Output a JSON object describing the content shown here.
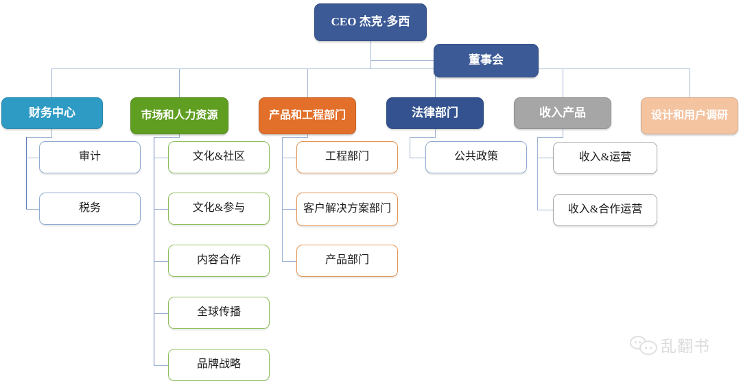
{
  "chart_title": "",
  "colors": {
    "ceo": "#3C5A96",
    "board": "#3C5A96",
    "finance": "#2E9BC4",
    "marketing_hr": "#5F9E20",
    "product_eng": "#E2702B",
    "legal": "#33528F",
    "revenue": "#A6A6A6",
    "design": "#F4C3A0",
    "connector": "#9DB3D4",
    "connector_dark": "#5B7BB4",
    "leaf_border_blue": "#8EA9D0",
    "leaf_border_green": "#8DBF5C",
    "leaf_border_orange": "#E59451",
    "leaf_border_gray": "#ABABAB",
    "leaf_text": "#1A1A1A",
    "filled_text": "#FFFFFF"
  },
  "root": {
    "ceo": "CEO 杰克·多西",
    "board": "董事会"
  },
  "departments": [
    {
      "id": "finance",
      "label": "财务中心",
      "children": [
        "审计",
        "税务"
      ]
    },
    {
      "id": "marketing-hr",
      "label": "市场和人力资源",
      "children": [
        "文化&社区",
        "文化&参与",
        "内容合作",
        "全球传播",
        "品牌战略"
      ]
    },
    {
      "id": "product-engineering",
      "label": "产品和工程部门",
      "children": [
        "工程部门",
        "客户解决方案部门",
        "产品部门"
      ]
    },
    {
      "id": "legal",
      "label": "法律部门",
      "children": [
        "公共政策"
      ]
    },
    {
      "id": "revenue",
      "label": "收入产品",
      "children": [
        "收入&运营",
        "收入&合作运营"
      ]
    },
    {
      "id": "design-user-research",
      "label": "设计和用户调研",
      "children": []
    }
  ],
  "watermark": {
    "text": "乱翻书",
    "icon": "wechat-bubbles-icon"
  }
}
